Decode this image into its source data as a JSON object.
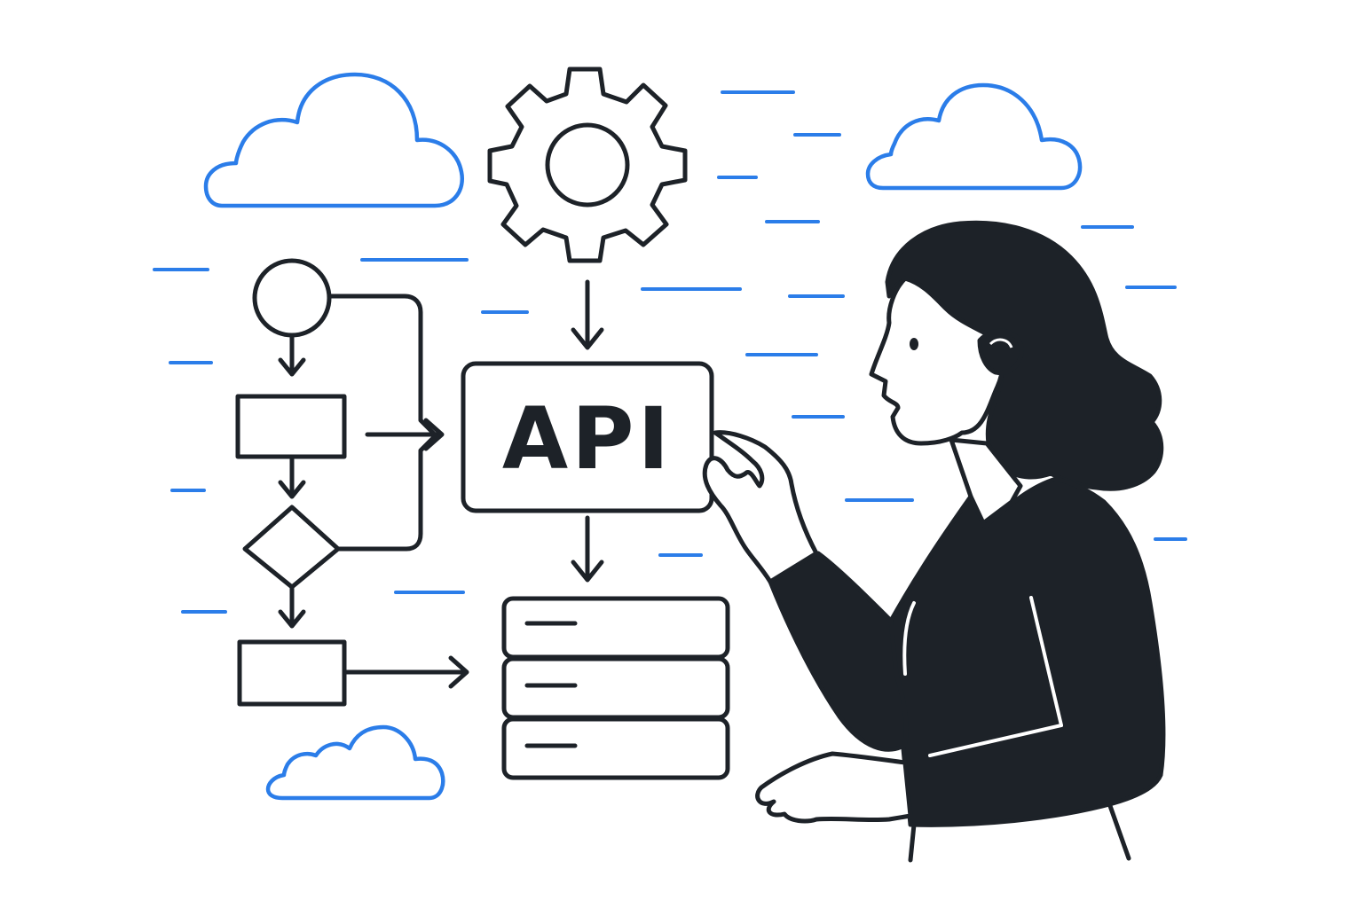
{
  "diagram": {
    "api_label": "API"
  },
  "colors": {
    "ink": "#1d2228",
    "accent": "#2b7de9",
    "background": "#ffffff"
  },
  "icons": [
    "cloud-icon",
    "gear-icon",
    "flowchart",
    "database-icon",
    "person-illustration"
  ]
}
